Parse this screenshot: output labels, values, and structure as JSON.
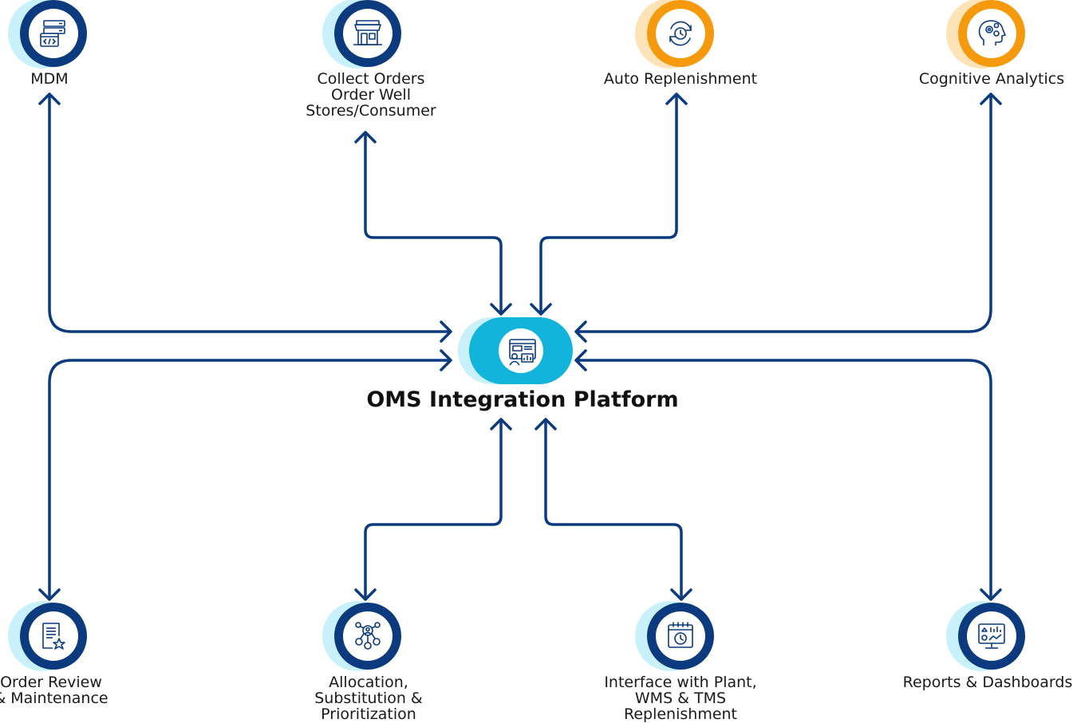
{
  "center": {
    "title": "OMS Integration Platform",
    "icon": "dashboard-report-icon"
  },
  "nodes": [
    {
      "id": "mdm",
      "lines": [
        "MDM"
      ],
      "icon": "server-code-icon",
      "ring": "blue"
    },
    {
      "id": "collect-orders",
      "lines": [
        "Collect Orders",
        "Order Well",
        "Stores/Consumer"
      ],
      "icon": "storefront-icon",
      "ring": "blue"
    },
    {
      "id": "auto-replenishment",
      "lines": [
        "Auto Replenishment"
      ],
      "icon": "refresh-cycle-icon",
      "ring": "orange"
    },
    {
      "id": "cognitive-analytics",
      "lines": [
        "Cognitive Analytics"
      ],
      "icon": "brain-gear-icon",
      "ring": "orange"
    },
    {
      "id": "order-review",
      "lines": [
        "Order Review",
        "& Maintenance"
      ],
      "icon": "document-star-icon",
      "ring": "blue"
    },
    {
      "id": "allocation",
      "lines": [
        "Allocation,",
        "Substitution &",
        "Prioritization"
      ],
      "icon": "people-network-icon",
      "ring": "blue"
    },
    {
      "id": "interface",
      "lines": [
        "Interface with Plant,",
        "WMS & TMS",
        "Replenishment"
      ],
      "icon": "calendar-clock-icon",
      "ring": "blue"
    },
    {
      "id": "reports",
      "lines": [
        "Reports & Dashboards"
      ],
      "icon": "monitor-chart-icon",
      "ring": "blue"
    }
  ],
  "colors": {
    "line": "#0b3a7e",
    "ring_blue": "#0b3a7e",
    "halo_blue": "#c9f1fb",
    "ring_orange": "#f59a0c",
    "halo_orange": "#fde3b8",
    "center_fill": "#13b4dc",
    "center_halo": "#c9f1fb"
  }
}
